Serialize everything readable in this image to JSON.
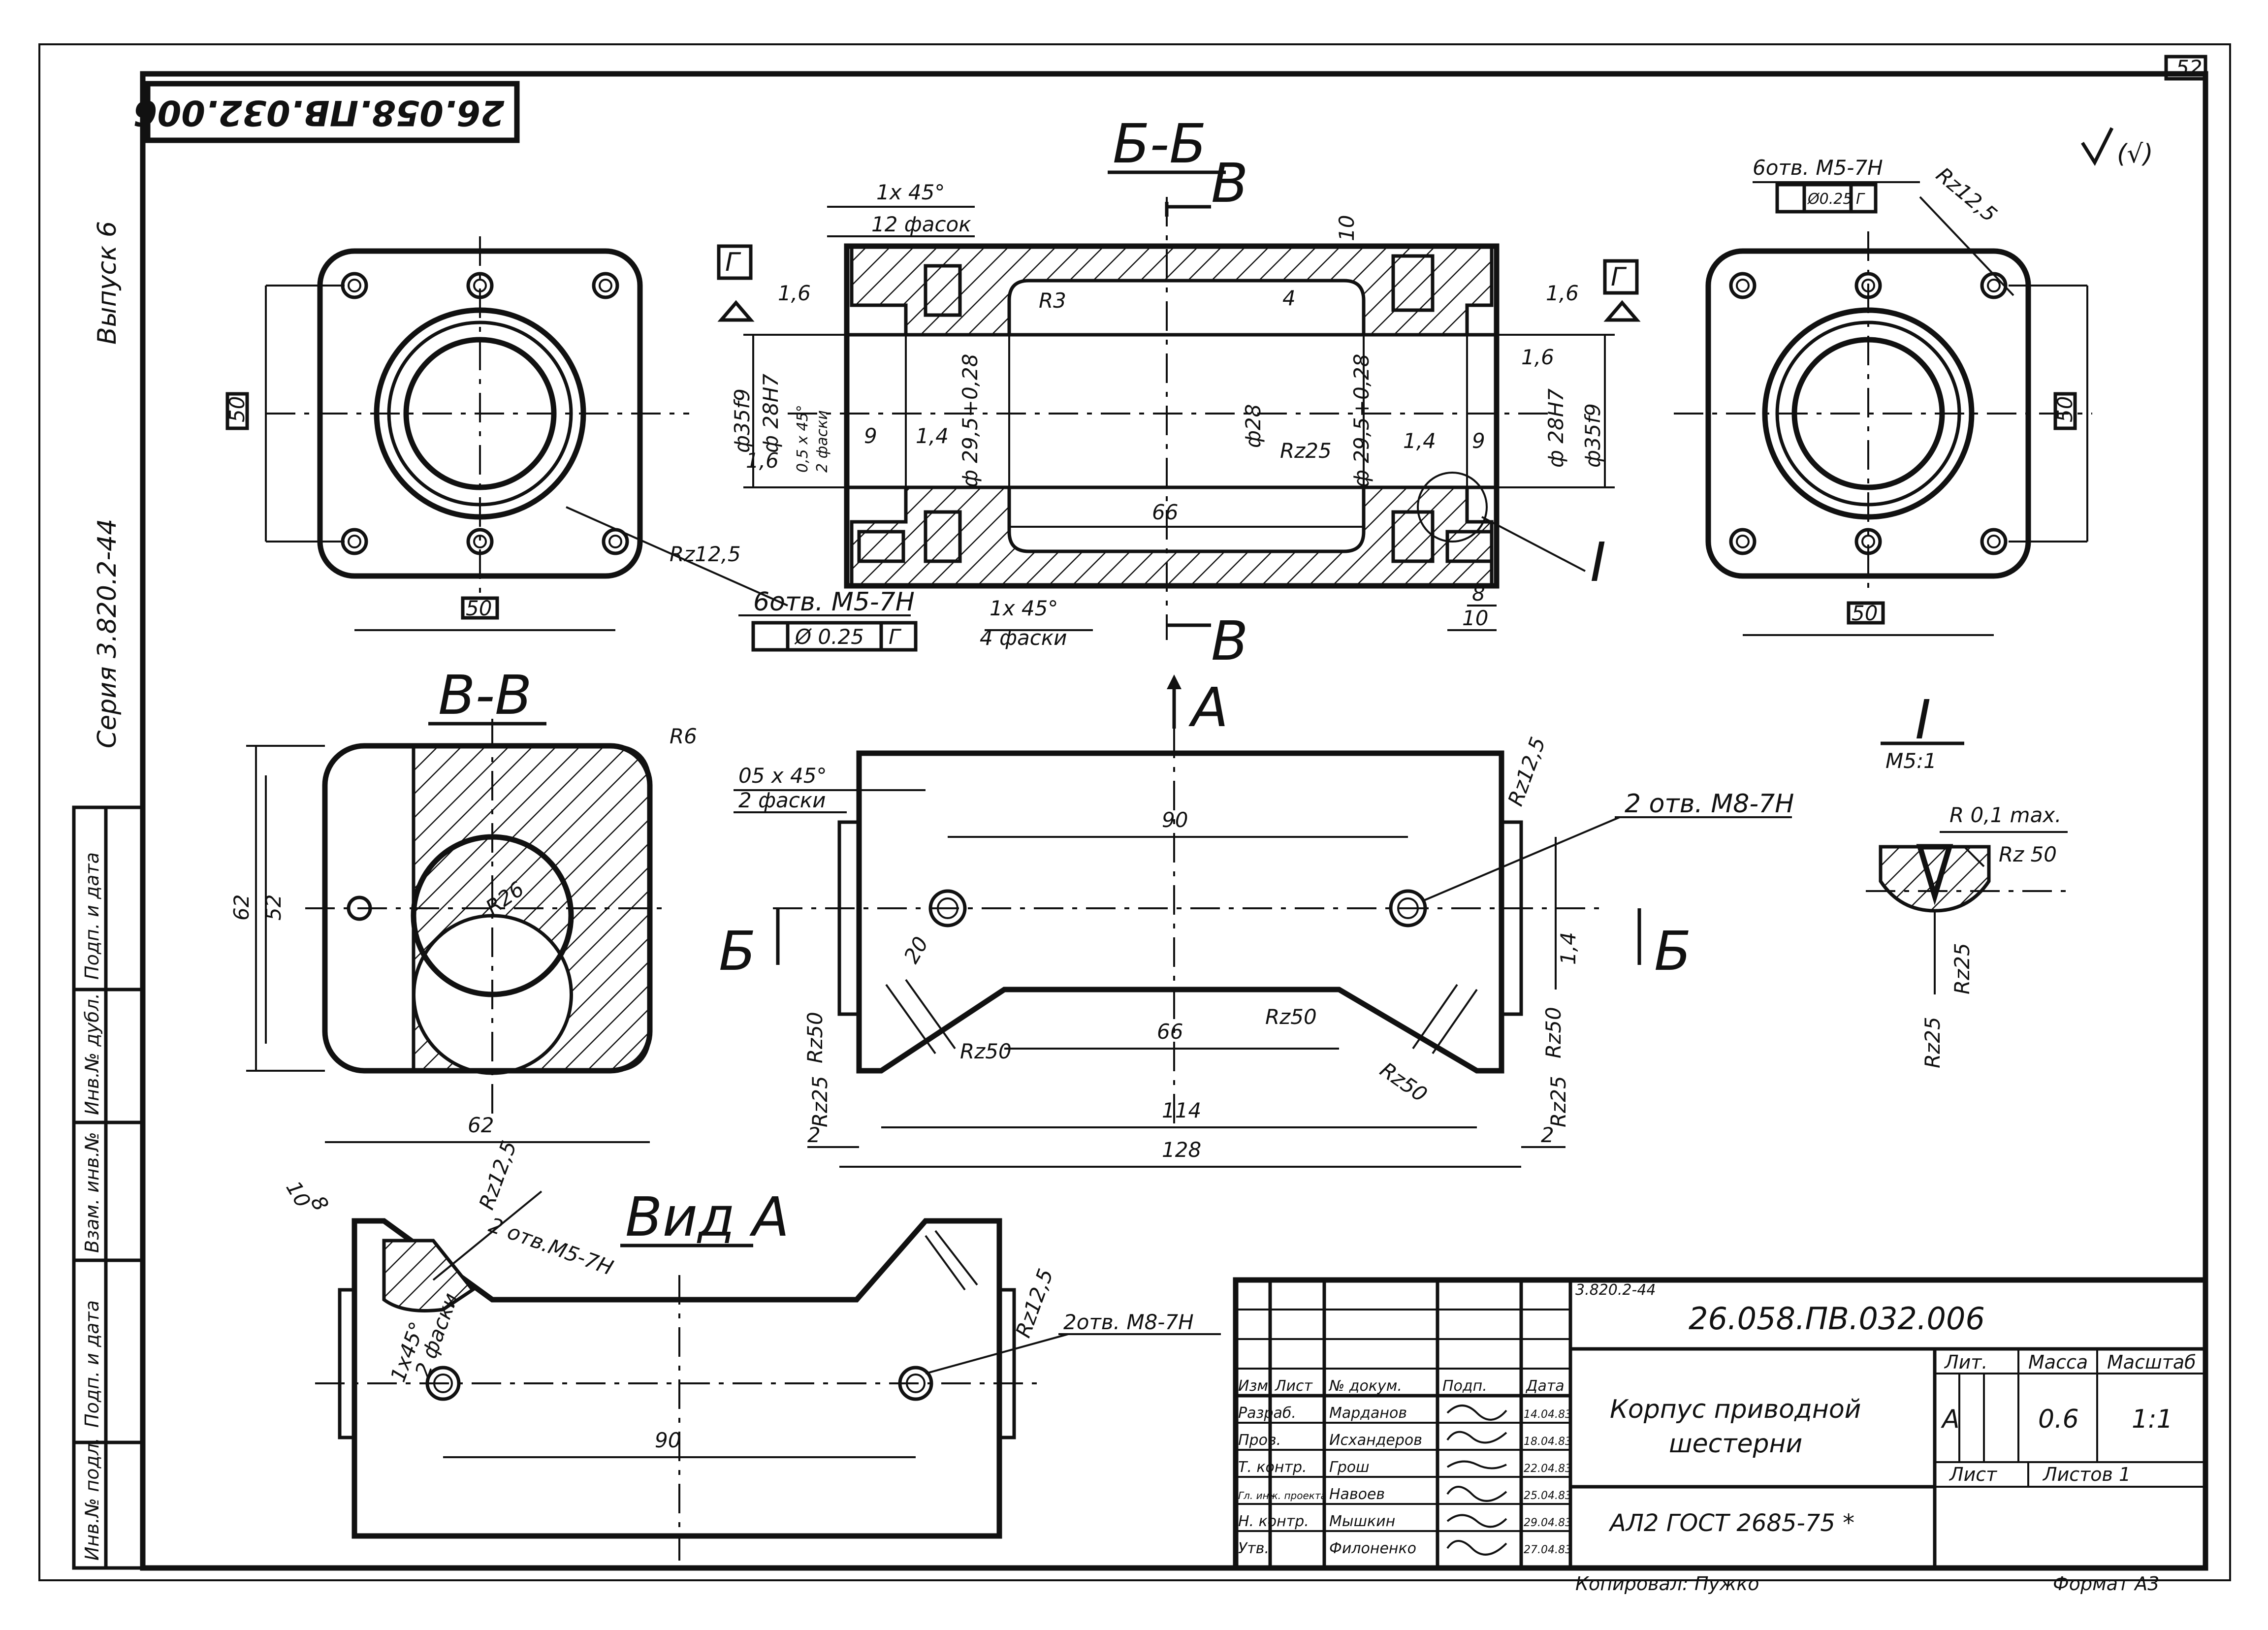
{
  "sheet_number": "52",
  "code_rotated": "26.058.ПВ.032.006",
  "side_labels": {
    "issue": "Выпуск 6",
    "series": "Серия 3.820.2-44"
  },
  "left_strip": [
    "Подп. и дата",
    "Инв.№ дубл.",
    "Взам. инв.№",
    "Подп. и дата",
    "Инв.№ подл."
  ],
  "roughness_note": "(√)",
  "views": {
    "section_bb": "Б-Б",
    "section_vv": "В-В",
    "view_a": "Вид А",
    "detail_i": "I",
    "detail_scale": "М5:1",
    "mark_b": "В",
    "mark_a": "А",
    "mark_bb": "Б",
    "base_g": "Г"
  },
  "dims": {
    "left_50v": "50",
    "left_50h": "50",
    "right_50v": "50",
    "right_50h": "50",
    "holes_left": "6отв. М5-7Н",
    "tol_left": "Ø 0.25",
    "holes_right": "6отв. М5-7Н",
    "tol_right": "Ø0.25",
    "rz125": "Rz12,5",
    "ch_12": "1х 45°",
    "ch_12_note": "12 фасок",
    "r3": "R3",
    "d35f9": "ф35f9",
    "d28h7": "ф 28Н7",
    "ch_05": "0,5 х 45°",
    "ch_05_note": "2 фаски",
    "d29": "ф 29,5+0,28",
    "d28": "ф28",
    "rz25": "Rz25",
    "n9": "9",
    "n14": "1,4",
    "n66": "66",
    "n16": "1,6",
    "n10": "10",
    "n4": "4",
    "n8": "8",
    "ch_4": "1х 45°",
    "ch_4_note": "4 фаски",
    "r6": "R6",
    "r26": "R26",
    "n62v": "62",
    "n52": "52",
    "n62h": "62",
    "ch_front": "05 х 45°",
    "ch_front_note": "2 фаски",
    "n90": "90",
    "n20": "20",
    "rz50": "Rz50",
    "n114": "114",
    "n128": "128",
    "n2": "2",
    "holes_m8": "2 отв. М8-7Н",
    "r01": "R 0,1 max.",
    "rz50d": "Rz 50",
    "va_10": "10",
    "va_8": "8",
    "va_holes": "2 отв.М5-7Н",
    "va_ch": "1х45°",
    "va_ch_note": "2 фаски",
    "va_holes_m8": "2отв. М8-7Н",
    "va_90": "90"
  },
  "title_block": {
    "series_ref": "3.820.2-44",
    "doc_code": "26.058.ПВ.032.006",
    "name_line1": "Корпус приводной",
    "name_line2": "шестерни",
    "material": "АЛ2 ГОСТ 2685-75 *",
    "h_izm": "Изм",
    "h_list": "Лист",
    "h_doc": "№ докум.",
    "h_sign": "Подп.",
    "h_date": "Дата",
    "lit_label": "Лит.",
    "mass_label": "Масса",
    "scale_label": "Масштаб",
    "lit": "А",
    "mass": "0.6",
    "scale": "1:1",
    "sheet_label": "Лист",
    "sheets_label": "Листов 1",
    "rows": [
      {
        "role": "Разраб.",
        "name": "Марданов",
        "date": "14.04.83"
      },
      {
        "role": "Пров.",
        "name": "Исхандеров",
        "date": "18.04.83"
      },
      {
        "role": "Т. контр.",
        "name": "Грош",
        "date": "22.04.83"
      },
      {
        "role": "Гл. инж. проекта",
        "name": "Навоев",
        "date": "25.04.83"
      },
      {
        "role": "Н. контр.",
        "name": "Мышкин",
        "date": "29.04.83"
      },
      {
        "role": "Утв.",
        "name": "Филоненко",
        "date": "27.04.83"
      }
    ],
    "copied": "Копировал:  Пужко",
    "format": "Формат А3"
  }
}
